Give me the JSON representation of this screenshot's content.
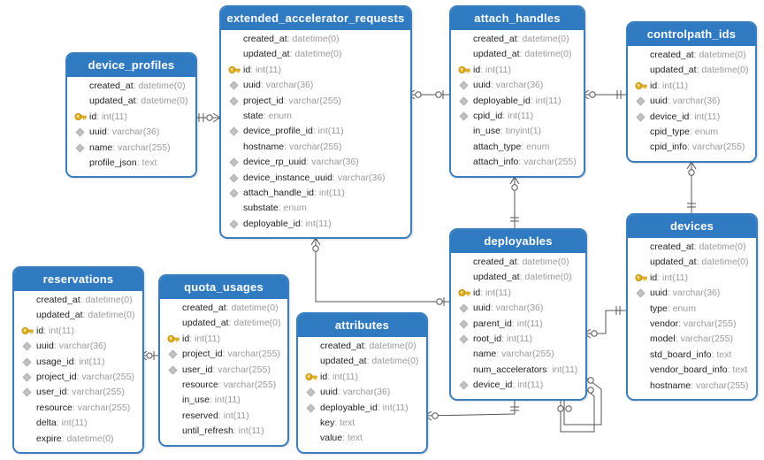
{
  "tables": [
    {
      "id": "extended_accelerator_requests",
      "title": "extended_accelerator_requests",
      "fields": [
        {
          "name": "created_at",
          "type": "datetime(0)",
          "icon": "none"
        },
        {
          "name": "updated_at",
          "type": "datetime(0)",
          "icon": "none"
        },
        {
          "name": "id",
          "type": "int(11)",
          "icon": "key"
        },
        {
          "name": "uuid",
          "type": "varchar(36)",
          "icon": "diamond"
        },
        {
          "name": "project_id",
          "type": "varchar(255)",
          "icon": "diamond"
        },
        {
          "name": "state",
          "type": "enum",
          "icon": "none"
        },
        {
          "name": "device_profile_id",
          "type": "int(11)",
          "icon": "diamond"
        },
        {
          "name": "hostname",
          "type": "varchar(255)",
          "icon": "none"
        },
        {
          "name": "device_rp_uuid",
          "type": "varchar(36)",
          "icon": "diamond"
        },
        {
          "name": "device_instance_uuid",
          "type": "varchar(36)",
          "icon": "diamond"
        },
        {
          "name": "attach_handle_id",
          "type": "int(11)",
          "icon": "diamond"
        },
        {
          "name": "substate",
          "type": "enum",
          "icon": "none"
        },
        {
          "name": "deployable_id",
          "type": "int(11)",
          "icon": "diamond"
        }
      ]
    },
    {
      "id": "attach_handles",
      "title": "attach_handles",
      "fields": [
        {
          "name": "created_at",
          "type": "datetime(0)",
          "icon": "none"
        },
        {
          "name": "updated_at",
          "type": "datetime(0)",
          "icon": "none"
        },
        {
          "name": "id",
          "type": "int(11)",
          "icon": "key"
        },
        {
          "name": "uuid",
          "type": "varchar(36)",
          "icon": "diamond"
        },
        {
          "name": "deployable_id",
          "type": "int(11)",
          "icon": "diamond"
        },
        {
          "name": "cpid_id",
          "type": "int(11)",
          "icon": "diamond"
        },
        {
          "name": "in_use",
          "type": "tinyint(1)",
          "icon": "none"
        },
        {
          "name": "attach_type",
          "type": "enum",
          "icon": "none"
        },
        {
          "name": "attach_info",
          "type": "varchar(255)",
          "icon": "none"
        }
      ]
    },
    {
      "id": "controlpath_ids",
      "title": "controlpath_ids",
      "fields": [
        {
          "name": "created_at",
          "type": "datetime(0)",
          "icon": "none"
        },
        {
          "name": "updated_at",
          "type": "datetime(0)",
          "icon": "none"
        },
        {
          "name": "id",
          "type": "int(11)",
          "icon": "key"
        },
        {
          "name": "uuid",
          "type": "varchar(36)",
          "icon": "diamond"
        },
        {
          "name": "device_id",
          "type": "int(11)",
          "icon": "diamond"
        },
        {
          "name": "cpid_type",
          "type": "enum",
          "icon": "none"
        },
        {
          "name": "cpid_info",
          "type": "varchar(255)",
          "icon": "none"
        }
      ]
    },
    {
      "id": "device_profiles",
      "title": "device_profiles",
      "fields": [
        {
          "name": "created_at",
          "type": "datetime(0)",
          "icon": "none"
        },
        {
          "name": "updated_at",
          "type": "datetime(0)",
          "icon": "none"
        },
        {
          "name": "id",
          "type": "int(11)",
          "icon": "key"
        },
        {
          "name": "uuid",
          "type": "varchar(36)",
          "icon": "diamond"
        },
        {
          "name": "name",
          "type": "varchar(255)",
          "icon": "diamond"
        },
        {
          "name": "profile_json",
          "type": "text",
          "icon": "none"
        }
      ]
    },
    {
      "id": "deployables",
      "title": "deployables",
      "fields": [
        {
          "name": "created_at",
          "type": "datetime(0)",
          "icon": "none"
        },
        {
          "name": "updated_at",
          "type": "datetime(0)",
          "icon": "none"
        },
        {
          "name": "id",
          "type": "int(11)",
          "icon": "key"
        },
        {
          "name": "uuid",
          "type": "varchar(36)",
          "icon": "diamond"
        },
        {
          "name": "parent_id",
          "type": "int(11)",
          "icon": "diamond"
        },
        {
          "name": "root_id",
          "type": "int(11)",
          "icon": "diamond"
        },
        {
          "name": "name",
          "type": "varchar(255)",
          "icon": "none"
        },
        {
          "name": "num_accelerators",
          "type": "int(11)",
          "icon": "none"
        },
        {
          "name": "device_id",
          "type": "int(11)",
          "icon": "diamond"
        }
      ]
    },
    {
      "id": "devices",
      "title": "devices",
      "fields": [
        {
          "name": "created_at",
          "type": "datetime(0)",
          "icon": "none"
        },
        {
          "name": "updated_at",
          "type": "datetime(0)",
          "icon": "none"
        },
        {
          "name": "id",
          "type": "int(11)",
          "icon": "key"
        },
        {
          "name": "uuid",
          "type": "varchar(36)",
          "icon": "diamond"
        },
        {
          "name": "type",
          "type": "enum",
          "icon": "none"
        },
        {
          "name": "vendor",
          "type": "varchar(255)",
          "icon": "none"
        },
        {
          "name": "model",
          "type": "varchar(255)",
          "icon": "none"
        },
        {
          "name": "std_board_info",
          "type": "text",
          "icon": "none"
        },
        {
          "name": "vendor_board_info",
          "type": "text",
          "icon": "none"
        },
        {
          "name": "hostname",
          "type": "varchar(255)",
          "icon": "none"
        }
      ]
    },
    {
      "id": "reservations",
      "title": "reservations",
      "fields": [
        {
          "name": "created_at",
          "type": "datetime(0)",
          "icon": "none"
        },
        {
          "name": "updated_at",
          "type": "datetime(0)",
          "icon": "none"
        },
        {
          "name": "id",
          "type": "int(11)",
          "icon": "key"
        },
        {
          "name": "uuid",
          "type": "varchar(36)",
          "icon": "diamond"
        },
        {
          "name": "usage_id",
          "type": "int(11)",
          "icon": "diamond"
        },
        {
          "name": "project_id",
          "type": "varchar(255)",
          "icon": "diamond"
        },
        {
          "name": "user_id",
          "type": "varchar(255)",
          "icon": "diamond"
        },
        {
          "name": "resource",
          "type": "varchar(255)",
          "icon": "none"
        },
        {
          "name": "delta",
          "type": "int(11)",
          "icon": "none"
        },
        {
          "name": "expire",
          "type": "datetime(0)",
          "icon": "none"
        }
      ]
    },
    {
      "id": "quota_usages",
      "title": "quota_usages",
      "fields": [
        {
          "name": "created_at",
          "type": "datetime(0)",
          "icon": "none"
        },
        {
          "name": "updated_at",
          "type": "datetime(0)",
          "icon": "none"
        },
        {
          "name": "id",
          "type": "int(11)",
          "icon": "key"
        },
        {
          "name": "project_id",
          "type": "varchar(255)",
          "icon": "diamond"
        },
        {
          "name": "user_id",
          "type": "varchar(255)",
          "icon": "diamond"
        },
        {
          "name": "resource",
          "type": "varchar(255)",
          "icon": "none"
        },
        {
          "name": "in_use",
          "type": "int(11)",
          "icon": "none"
        },
        {
          "name": "reserved",
          "type": "int(11)",
          "icon": "none"
        },
        {
          "name": "until_refresh",
          "type": "int(11)",
          "icon": "none"
        }
      ]
    },
    {
      "id": "attributes",
      "title": "attributes",
      "fields": [
        {
          "name": "created_at",
          "type": "datetime(0)",
          "icon": "none"
        },
        {
          "name": "updated_at",
          "type": "datetime(0)",
          "icon": "none"
        },
        {
          "name": "id",
          "type": "int(11)",
          "icon": "key"
        },
        {
          "name": "uuid",
          "type": "varchar(36)",
          "icon": "diamond"
        },
        {
          "name": "deployable_id",
          "type": "int(11)",
          "icon": "diamond"
        },
        {
          "name": "key",
          "type": "text",
          "icon": "none"
        },
        {
          "name": "value",
          "type": "text",
          "icon": "none"
        }
      ]
    }
  ],
  "relationships": [
    {
      "from": "extended_accelerator_requests",
      "to": "device_profiles"
    },
    {
      "from": "extended_accelerator_requests",
      "to": "attach_handles"
    },
    {
      "from": "extended_accelerator_requests",
      "to": "deployables"
    },
    {
      "from": "attach_handles",
      "to": "controlpath_ids"
    },
    {
      "from": "attach_handles",
      "to": "deployables"
    },
    {
      "from": "controlpath_ids",
      "to": "devices"
    },
    {
      "from": "deployables",
      "to": "devices"
    },
    {
      "from": "deployables",
      "to": "attributes"
    },
    {
      "from": "deployables",
      "to": "deployables"
    },
    {
      "from": "reservations",
      "to": "quota_usages"
    }
  ],
  "colors": {
    "header": "#2f7ac1",
    "border": "#3a7ec0",
    "field_name": "#222222",
    "field_type": "#9a9a9a",
    "key_icon": "#e6b321",
    "line": "#555555"
  }
}
